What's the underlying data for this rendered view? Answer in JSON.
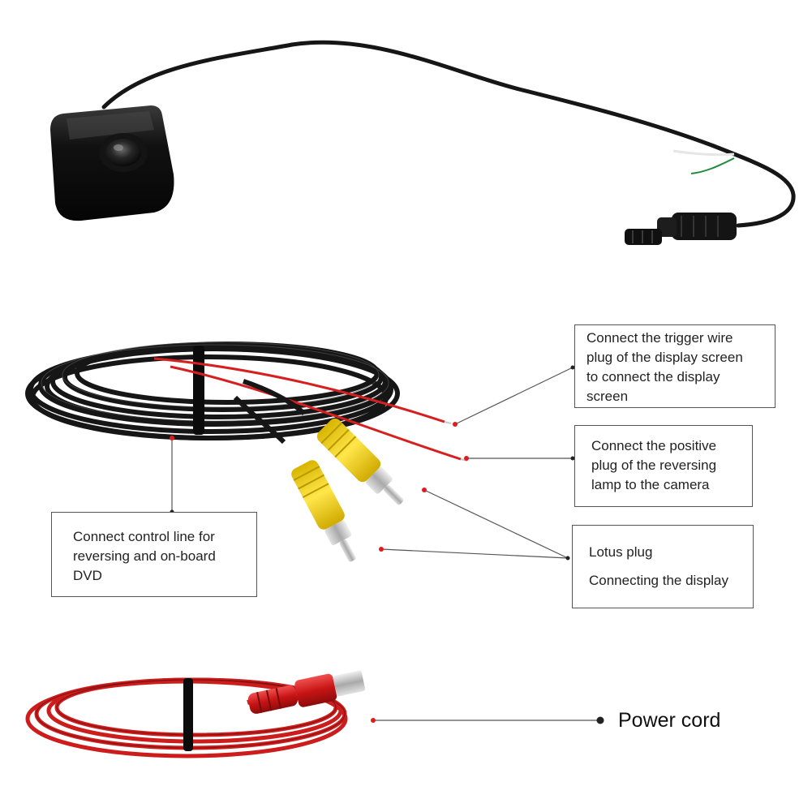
{
  "callouts": {
    "trigger": {
      "lines": [
        "Connect the trigger wire",
        "plug of the display screen",
        "to connect the display",
        "screen"
      ]
    },
    "positive": {
      "lines": [
        "Connect the positive",
        "plug of the reversing",
        "lamp to the camera"
      ]
    },
    "lotus": {
      "lines": [
        "Lotus plug",
        "Connecting the display"
      ]
    },
    "control": {
      "lines": [
        "Connect control line for",
        "reversing and on-board",
        "DVD"
      ]
    }
  },
  "power": {
    "label": "Power cord"
  },
  "colors": {
    "background": "#ffffff",
    "cable_black": "#161616",
    "wire_red": "#d62020",
    "rca_yellow": "#f5d21a",
    "leader_line": "#555555",
    "leader_dot": "#e01b1b"
  }
}
